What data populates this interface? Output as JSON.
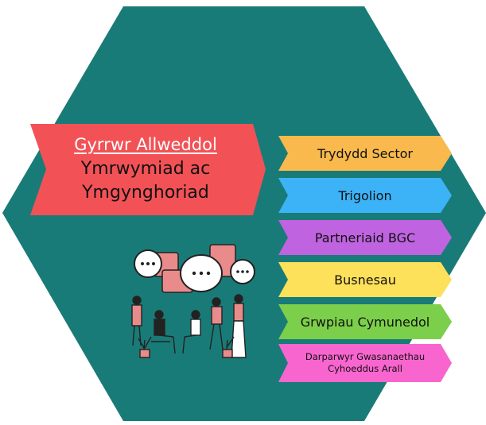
{
  "colors": {
    "hexagon": "#197b78",
    "banner": "#f25256",
    "tag_colors": [
      "#f9b94c",
      "#3bb3f6",
      "#bf63e0",
      "#fde15a",
      "#7ccf4a",
      "#f965cf"
    ]
  },
  "banner": {
    "title": "Gyrrwr Allweddol",
    "line1": "Ymrwymiad ac",
    "line2": "Ymgynghoriad"
  },
  "tags": [
    {
      "label": "Trydydd Sector"
    },
    {
      "label": "Trigolion"
    },
    {
      "label": "Partneriaid BGC"
    },
    {
      "label": "Busnesau"
    },
    {
      "label": "Grwpiau Cymunedol"
    },
    {
      "label": "Darparwyr Gwasanaethau\nCyhoeddus Arall"
    }
  ],
  "illustration": {
    "icon": "people-conversation-icon"
  }
}
